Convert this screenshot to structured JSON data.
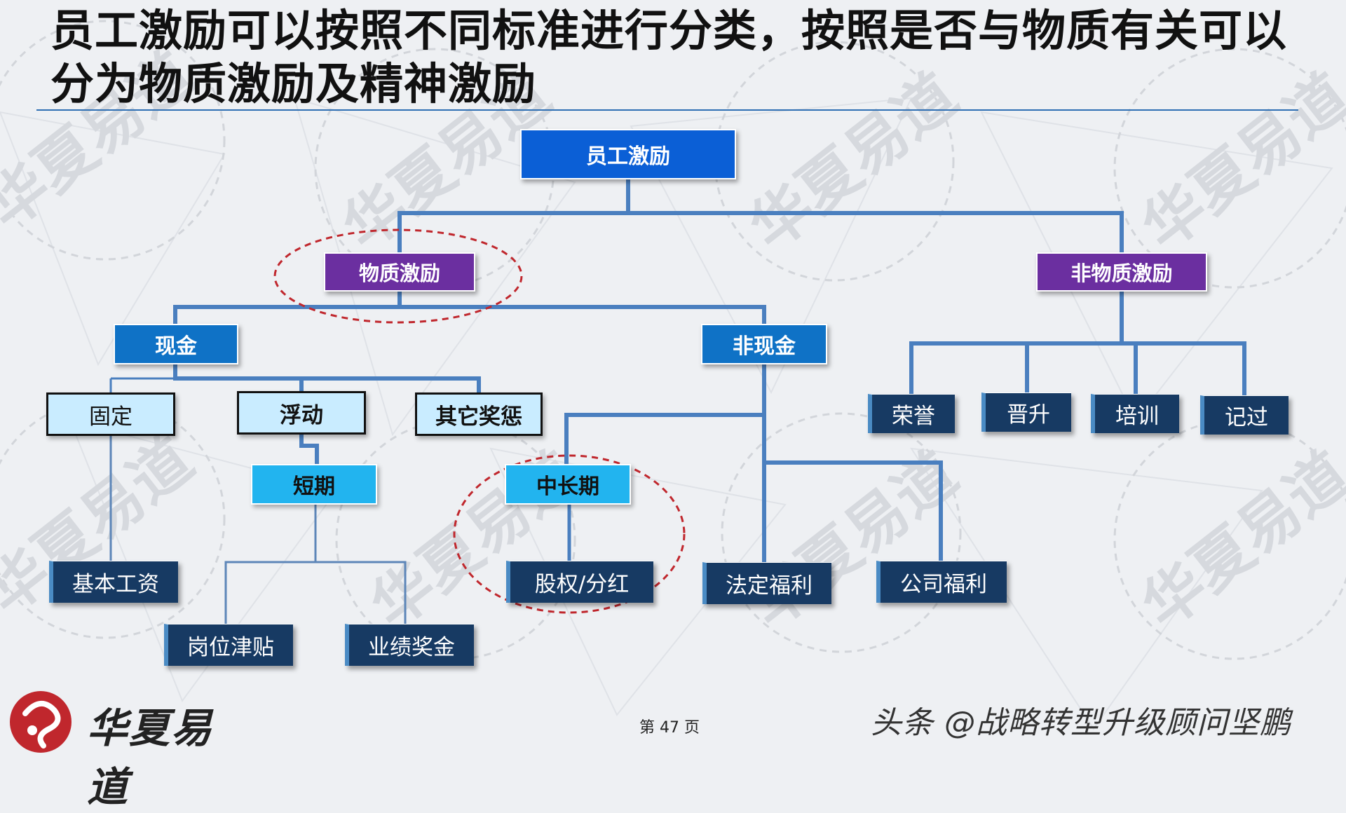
{
  "title": "员工激励可以按照不同标准进行分类，按照是否与物质有关可以分为物质激励及精神激励",
  "watermark": "华夏易道",
  "colors": {
    "line": "#4a7fbf",
    "root": "#0b5fd6",
    "purple": "#6b2fa0",
    "ellipse": "#c0272d"
  },
  "nodes": {
    "root": "员工激励",
    "material": "物质激励",
    "non_material": "非物质激励",
    "cash": "现金",
    "non_cash": "非现金",
    "fixed": "固定",
    "floating": "浮动",
    "other_rewards": "其它奖惩",
    "short_term": "短期",
    "mid_long_term": "中长期",
    "base_salary": "基本工资",
    "position_allowance": "岗位津贴",
    "performance_bonus": "业绩奖金",
    "equity_dividend": "股权/分红",
    "statutory_welfare": "法定福利",
    "company_welfare": "公司福利",
    "honor": "荣誉",
    "promotion": "晋升",
    "training": "培训",
    "demerit": "记过"
  },
  "footer": {
    "page": "第 47 页",
    "credit": "头条 @战略转型升级顾问坚鹏",
    "logo_text": "华夏易道"
  }
}
